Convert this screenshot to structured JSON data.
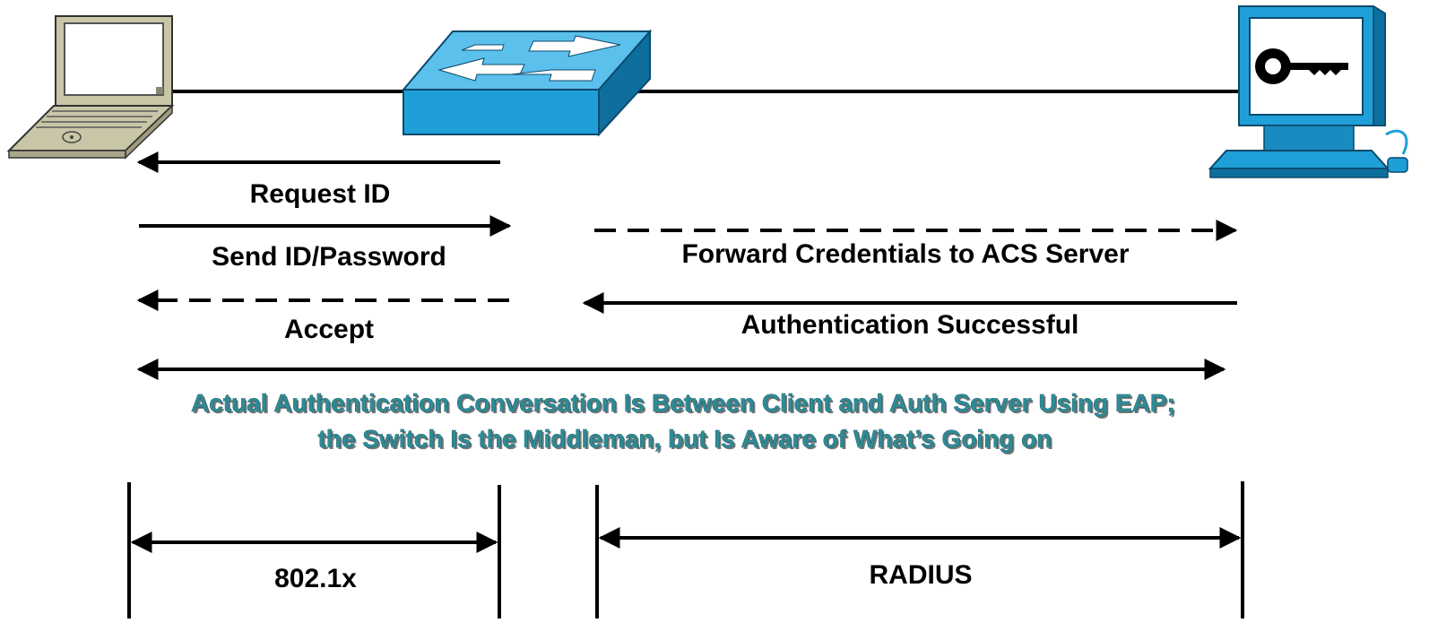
{
  "devices": {
    "client": "laptop-icon",
    "switch": "switch-icon",
    "server": "acs-server-icon"
  },
  "messages": {
    "request_id": "Request ID",
    "send_id_password": "Send ID/Password",
    "forward_credentials": "Forward Credentials to ACS Server",
    "accept": "Accept",
    "auth_successful": "Authentication Successful"
  },
  "note": {
    "line1": "Actual Authentication Conversation Is Between Client and Auth Server Using EAP;",
    "line2": "the Switch Is the Middleman, but Is Aware of What’s Going on"
  },
  "protocols": {
    "left": "802.1x",
    "right": "RADIUS"
  },
  "colors": {
    "note_text": "#2e8b96",
    "switch_blue": "#1f9fd8",
    "laptop_beige": "#c9c6a8"
  }
}
